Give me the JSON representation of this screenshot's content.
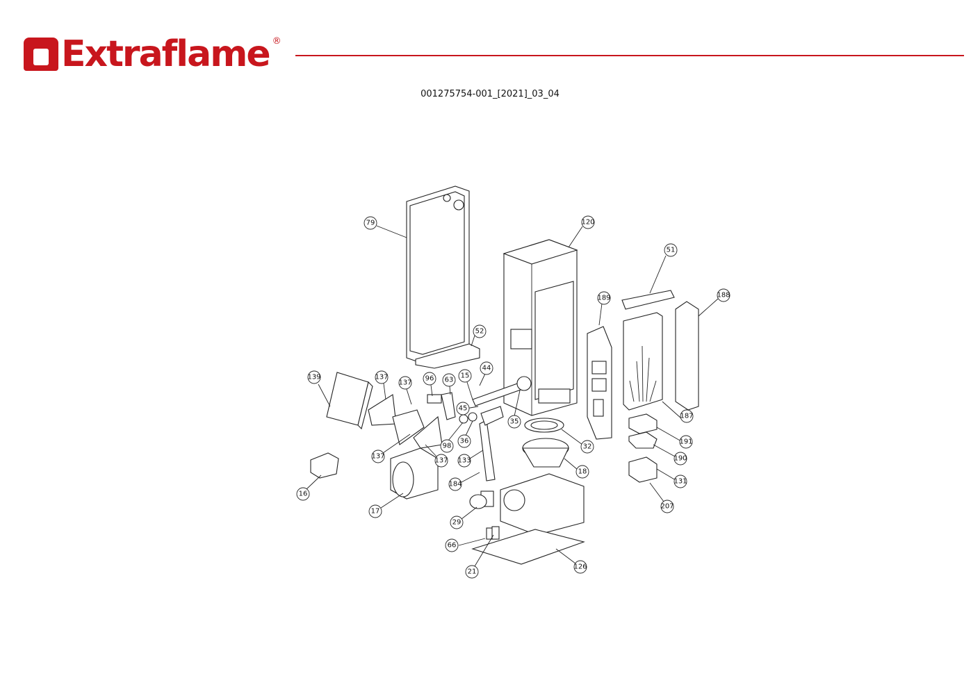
{
  "header": {
    "brand": "Extraflame",
    "registered": "®",
    "doc_id": "001275754-001_[2021]_03_04"
  },
  "callouts": [
    "79",
    "120",
    "51",
    "189",
    "188",
    "52",
    "139",
    "137",
    "137",
    "96",
    "63",
    "15",
    "44",
    "45",
    "35",
    "187",
    "36",
    "98",
    "32",
    "191",
    "137",
    "137",
    "133",
    "190",
    "18",
    "131",
    "184",
    "16",
    "207",
    "17",
    "29",
    "66",
    "126",
    "21"
  ],
  "colors": {
    "brand": "#c8161d"
  }
}
